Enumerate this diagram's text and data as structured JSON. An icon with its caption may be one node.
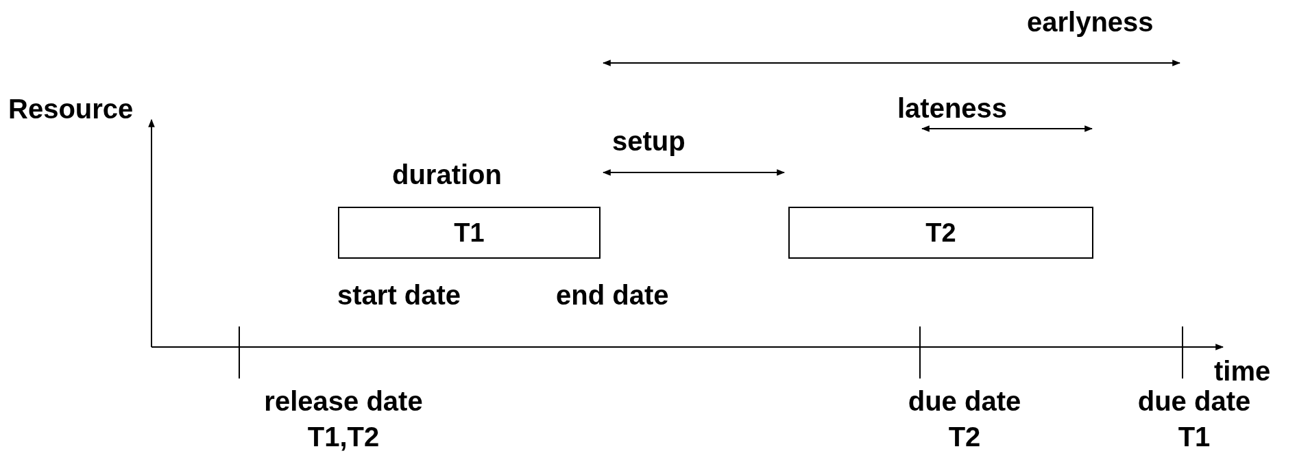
{
  "diagram": {
    "nodes": [
      {
        "text": [
          "T1"
        ]
      },
      {
        "text": [
          "T2"
        ]
      }
    ],
    "labels": [
      "earlyness",
      "Resource",
      "lateness",
      "setup",
      "duration",
      "start date",
      "end date",
      "time",
      "release date T1,T2",
      "due date T2",
      "due date T1"
    ]
  }
}
